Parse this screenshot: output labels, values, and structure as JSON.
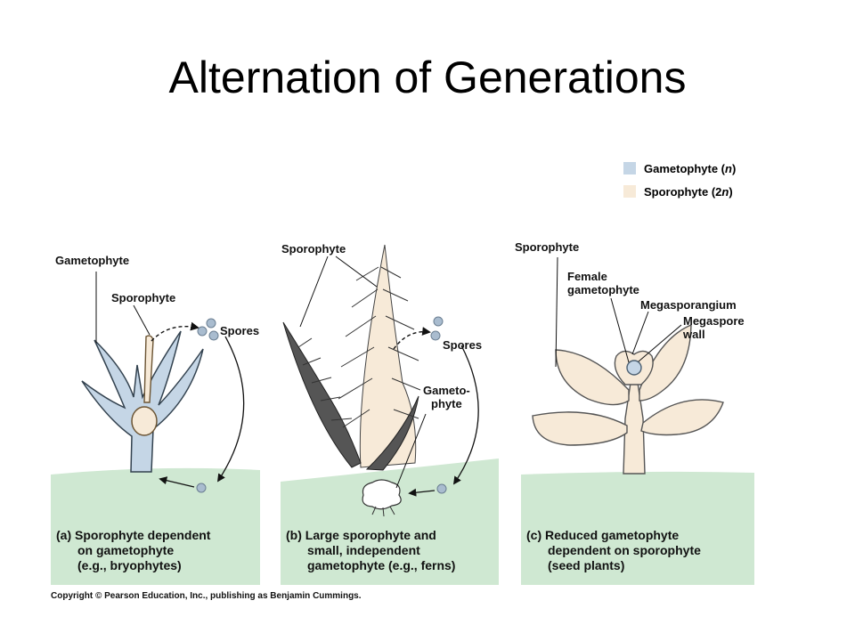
{
  "title": "Alternation of Generations",
  "colors": {
    "gametophyte": "#c5d6e6",
    "sporophyte": "#f7ead8",
    "ground": "#cfe8d2",
    "spore": "#a9bccf",
    "fern_dark": "#555555"
  },
  "legend": {
    "gametophyte_prefix": "Gametophyte (",
    "gametophyte_n": "n",
    "gametophyte_suffix": ")",
    "sporophyte_prefix": "Sporophyte (2",
    "sporophyte_n": "n",
    "sporophyte_suffix": ")"
  },
  "panel_a": {
    "label_gametophyte": "Gametophyte",
    "label_sporophyte": "Sporophyte",
    "label_spores": "Spores",
    "caption_letter": "(a)",
    "caption_lines": [
      "Sporophyte dependent",
      "on gametophyte",
      "(e.g., bryophytes)"
    ]
  },
  "panel_b": {
    "label_sporophyte": "Sporophyte",
    "label_spores": "Spores",
    "label_gametophyte_lines": [
      "Gameto-",
      "phyte"
    ],
    "caption_letter": "(b)",
    "caption_lines": [
      "Large sporophyte and",
      "small, independent",
      "gametophyte (e.g., ferns)"
    ]
  },
  "panel_c": {
    "label_sporophyte": "Sporophyte",
    "label_female_lines": [
      "Female",
      "gametophyte"
    ],
    "label_megasporangium": "Megasporangium",
    "label_megaspore_lines": [
      "Megaspore",
      "wall"
    ],
    "caption_letter": "(c)",
    "caption_lines": [
      "Reduced gametophyte",
      "dependent on sporophyte",
      "(seed plants)"
    ]
  },
  "copyright": "Copyright © Pearson Education, Inc., publishing as Benjamin Cummings."
}
